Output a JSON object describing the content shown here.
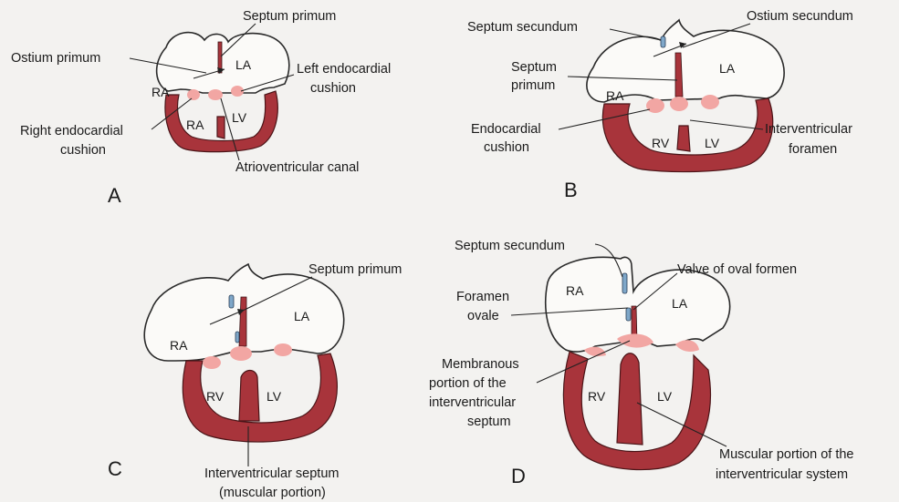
{
  "panels": {
    "a": {
      "letter": "A",
      "chambers": {
        "ra_top": "RA",
        "la": "LA",
        "ra_bottom": "RA",
        "lv": "LV"
      },
      "labels": {
        "septum_primum": "Septum primum",
        "ostium_primum": "Ostium primum",
        "left_endocardial": [
          "Left endocardial",
          "cushion"
        ],
        "right_endocardial": [
          "Right endocardial",
          "cushion"
        ],
        "av_canal": "Atrioventricular canal"
      }
    },
    "b": {
      "letter": "B",
      "chambers": {
        "ra": "RA",
        "la": "LA",
        "rv": "RV",
        "lv": "LV"
      },
      "labels": {
        "septum_secundum": "Septum secundum",
        "ostium_secundum": "Ostium secundum",
        "septum_primum": [
          "Septum",
          "primum"
        ],
        "endocardial_cushion": [
          "Endocardial",
          "cushion"
        ],
        "interventricular_foramen": [
          "Interventricular",
          "foramen"
        ]
      }
    },
    "c": {
      "letter": "C",
      "chambers": {
        "ra": "RA",
        "la": "LA",
        "rv": "RV",
        "lv": "LV"
      },
      "labels": {
        "septum_primum": "Septum primum",
        "interventricular_septum": [
          "Interventricular septum",
          "(muscular portion)"
        ]
      }
    },
    "d": {
      "letter": "D",
      "chambers": {
        "ra": "RA",
        "la": "LA",
        "rv": "RV",
        "lv": "LV"
      },
      "labels": {
        "septum_secundum": "Septum secundum",
        "valve_oval": "Valve of oval formen",
        "foramen_ovale": [
          "Foramen",
          "ovale"
        ],
        "membranous": [
          "Membranous",
          "portion of the",
          "interventricular",
          "septum"
        ],
        "muscular": [
          "Muscular portion of the",
          "interventricular system"
        ]
      }
    }
  }
}
